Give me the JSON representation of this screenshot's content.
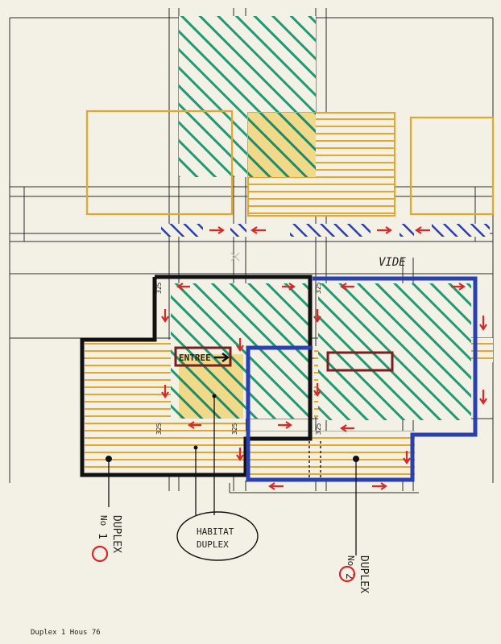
{
  "colors": {
    "paper": "#f3f0e6",
    "ink": "#1a1a1a",
    "green": "#1f9a72",
    "yellow": "#e3a82b",
    "blue": "#2a3fb0",
    "red": "#d42a2a",
    "maroon": "#7a1e1e"
  },
  "labels": {
    "vide": "VIDE",
    "entree": "ENTREE",
    "habitat_line1": "HABITAT",
    "habitat_line2": "DUPLEX",
    "duplex1_word": "DUPLEX",
    "duplex1_no": "No",
    "duplex1_num": "1",
    "duplex2_word": "DUPLEX",
    "duplex2_no": "No",
    "duplex2_num": "2",
    "dim": "325",
    "footer": "Duplex 1 Hous 76"
  }
}
